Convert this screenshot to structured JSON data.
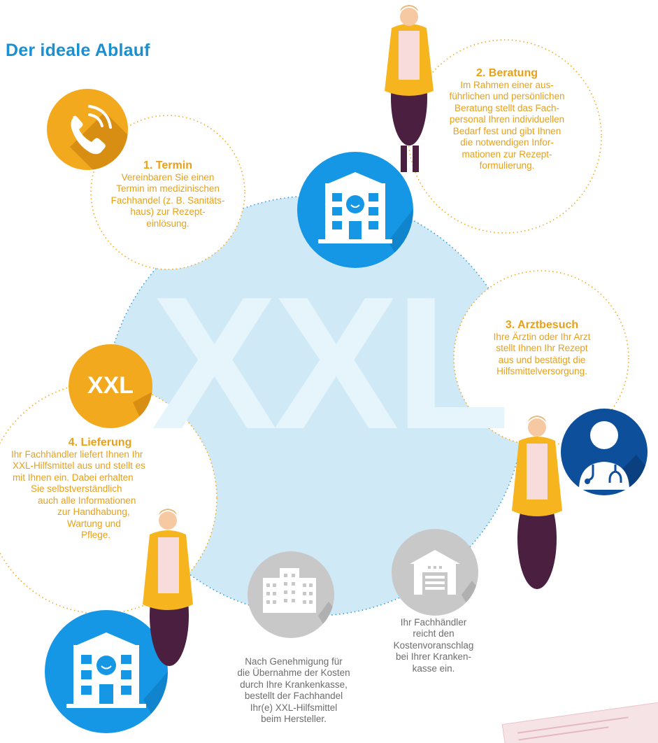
{
  "page_title": "Der ideale Ablauf",
  "watermark": "XXL",
  "colors": {
    "title_blue": "#1a8fd1",
    "orange": "#f2a91d",
    "light_blue_circle": "#cfe9f7",
    "building_blue": "#1597e5",
    "doctor_blue": "#0e4f9c",
    "gray": "#c8c8c8",
    "text_gray": "#6d6d6d"
  },
  "steps": [
    {
      "title": "1. Termin",
      "lines": [
        "Vereinbaren Sie einen",
        "Termin im medizinischen",
        "Fachhandel (z. B. Sanitäts-",
        "haus) zur Rezept-",
        "einlösung."
      ],
      "icon": "phone-icon"
    },
    {
      "title": "2. Beratung",
      "lines": [
        "Im Rahmen einer aus-",
        "führlichen und persönlichen",
        "Beratung stellt das Fach-",
        "personal Ihren individuellen",
        "Bedarf fest und gibt Ihnen",
        "die notwendigen Infor-",
        "mationen zur Rezept-",
        "formulierung."
      ],
      "icon": "medical-store-icon"
    },
    {
      "title": "3. Arztbesuch",
      "lines": [
        "Ihre Ärztin oder Ihr Arzt",
        "stellt Ihnen Ihr Rezept",
        "aus und bestätigt die",
        "Hilfsmittelversorgung."
      ],
      "icon": "doctor-icon"
    },
    {
      "title": "4. Lieferung",
      "lines": [
        "Ihr Fachhändler liefert Ihnen Ihr",
        "XXL-Hilfsmittel aus und stellt es",
        "mit Ihnen ein. Dabei erhalten",
        "Sie selbstverständlich",
        "auch alle Informationen",
        "zur Handhabung,",
        "Wartung und",
        "Pflege."
      ],
      "icon": "xxl-badge-icon",
      "badge": "XXL"
    }
  ],
  "intermediate": [
    {
      "lines": [
        "Ihr Fachhändler",
        "reicht den",
        "Kostenvoranschlag",
        "bei Ihrer Kranken-",
        "kasse ein."
      ],
      "icon": "warehouse-icon"
    },
    {
      "lines": [
        "Nach Genehmigung für",
        "die Übernahme der Kosten",
        "durch Ihre Krankenkasse,",
        "bestellt der Fachhandel",
        "Ihr(e) XXL-Hilfsmittel",
        "beim Hersteller."
      ],
      "icon": "office-buildings-icon"
    }
  ]
}
